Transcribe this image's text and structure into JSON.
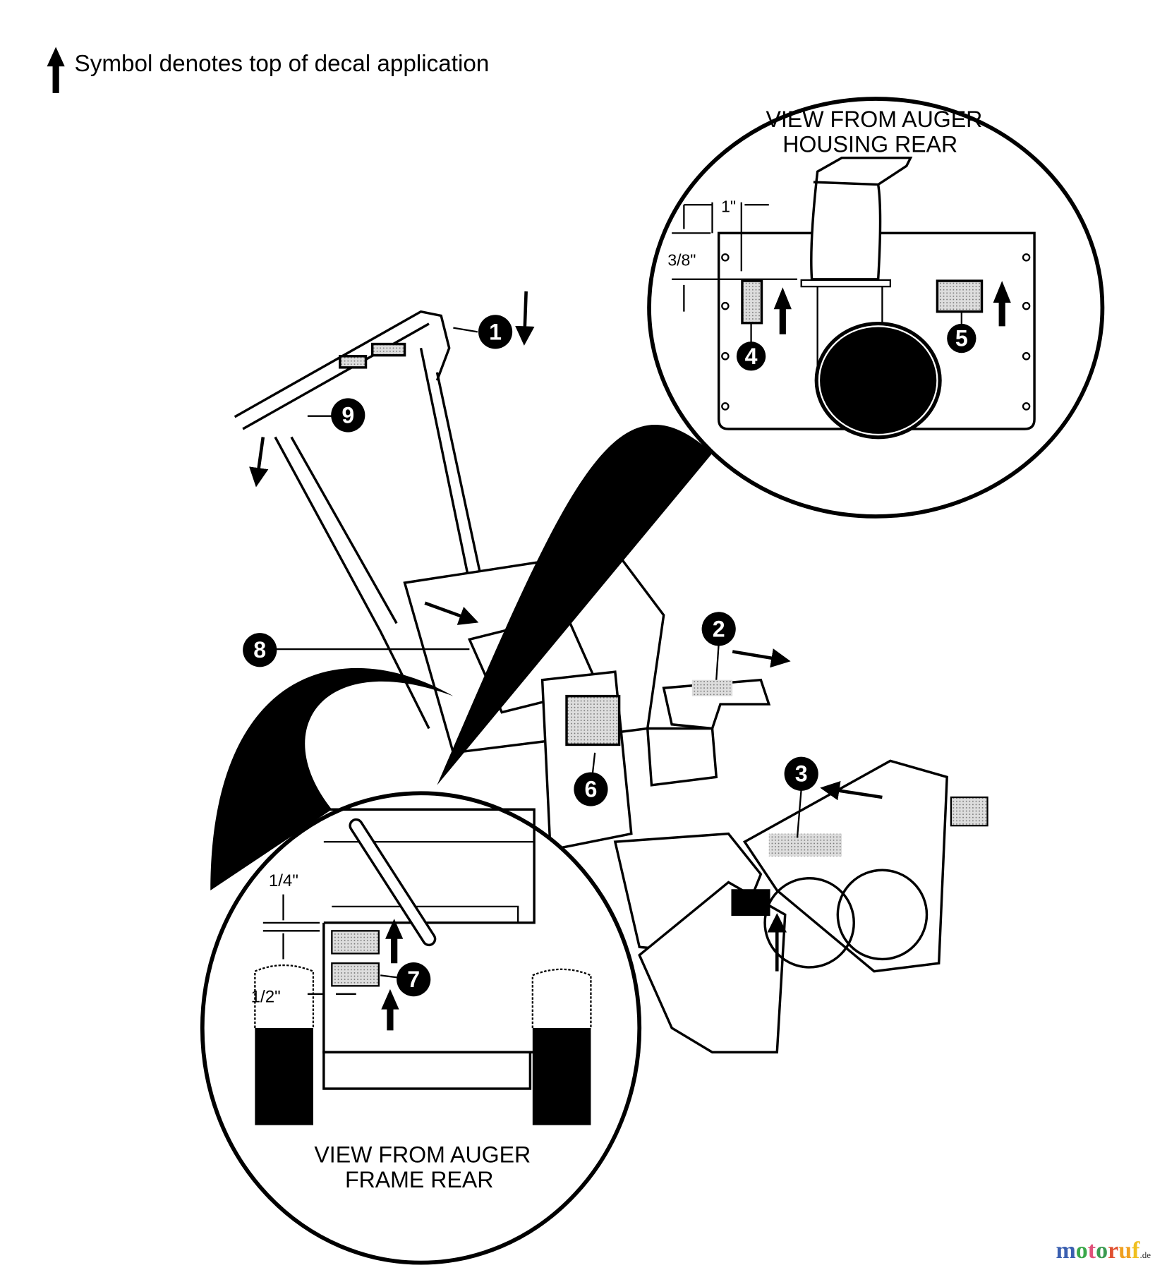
{
  "legend": {
    "text": "Symbol denotes top of decal application"
  },
  "inset_top": {
    "title_line1": "VIEW FROM AUGER",
    "title_line2": "HOUSING REAR",
    "dim_width": "1\"",
    "dim_height": "3/8\""
  },
  "inset_bottom": {
    "title_line1": "VIEW FROM AUGER",
    "title_line2": "FRAME REAR",
    "dim_top": "1/4\"",
    "dim_side": "1/2\""
  },
  "callouts": [
    "1",
    "2",
    "3",
    "4",
    "5",
    "6",
    "7",
    "8",
    "9"
  ],
  "watermark": {
    "text": "motoruf",
    "suffix": ".de",
    "colors": [
      "#3a5fb0",
      "#3aa84a",
      "#e0507a",
      "#3a9a50",
      "#e05030",
      "#f0a020",
      "#f0c020"
    ]
  }
}
